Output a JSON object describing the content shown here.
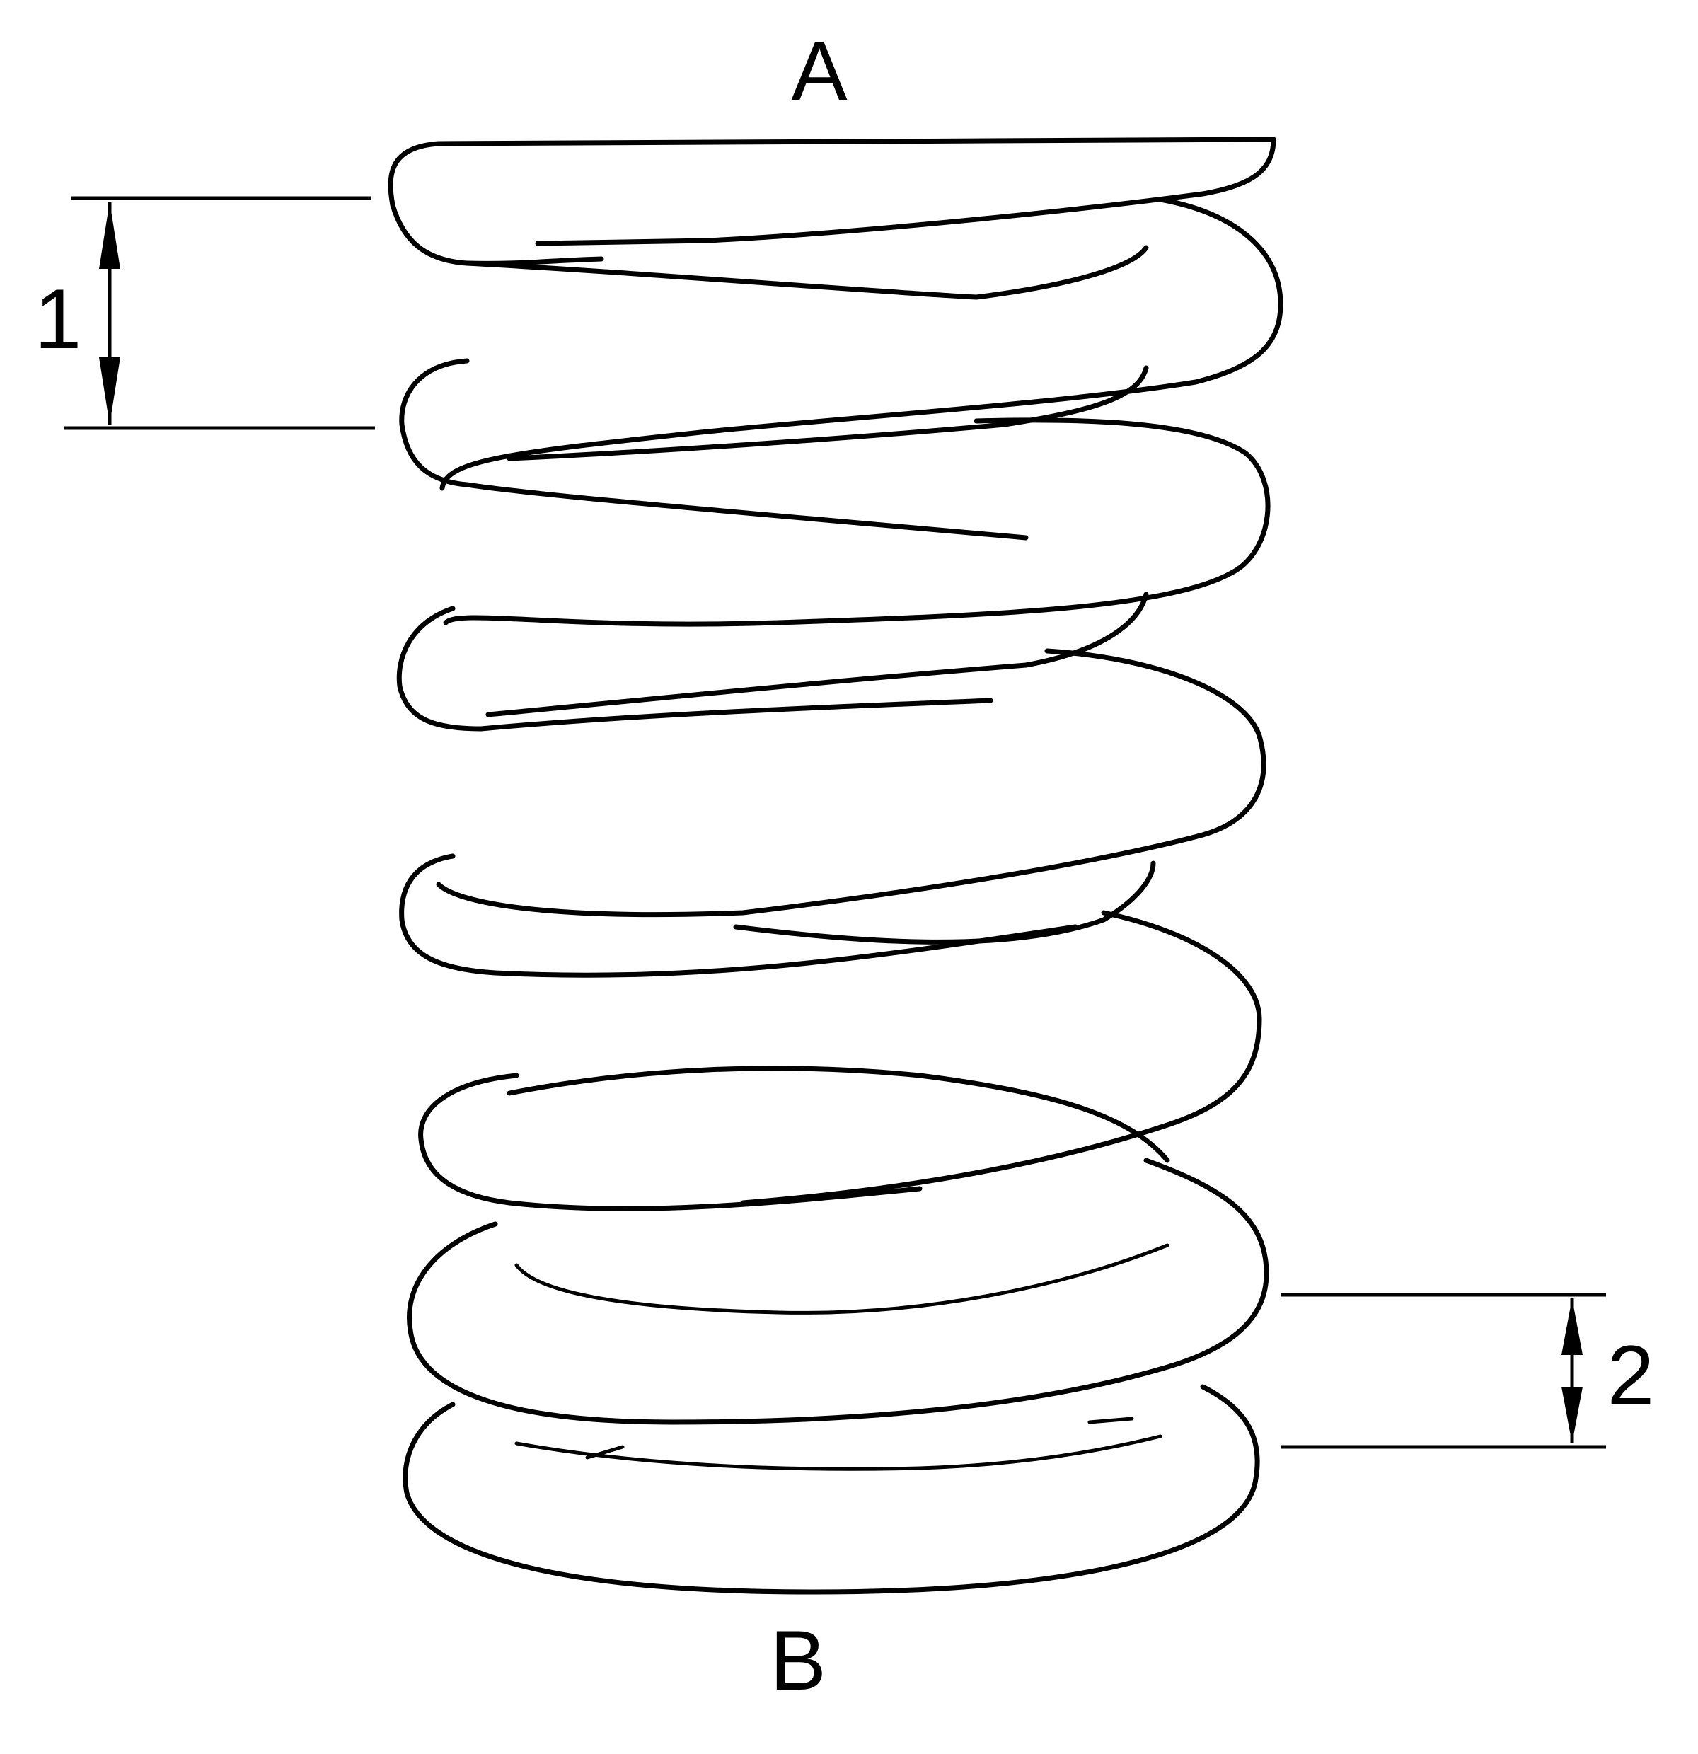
{
  "labels": {
    "top_end": "A",
    "bottom_end": "B",
    "dimension_1": "1",
    "dimension_2": "2"
  },
  "colors": {
    "ink": "#000000",
    "background": "#ffffff"
  }
}
